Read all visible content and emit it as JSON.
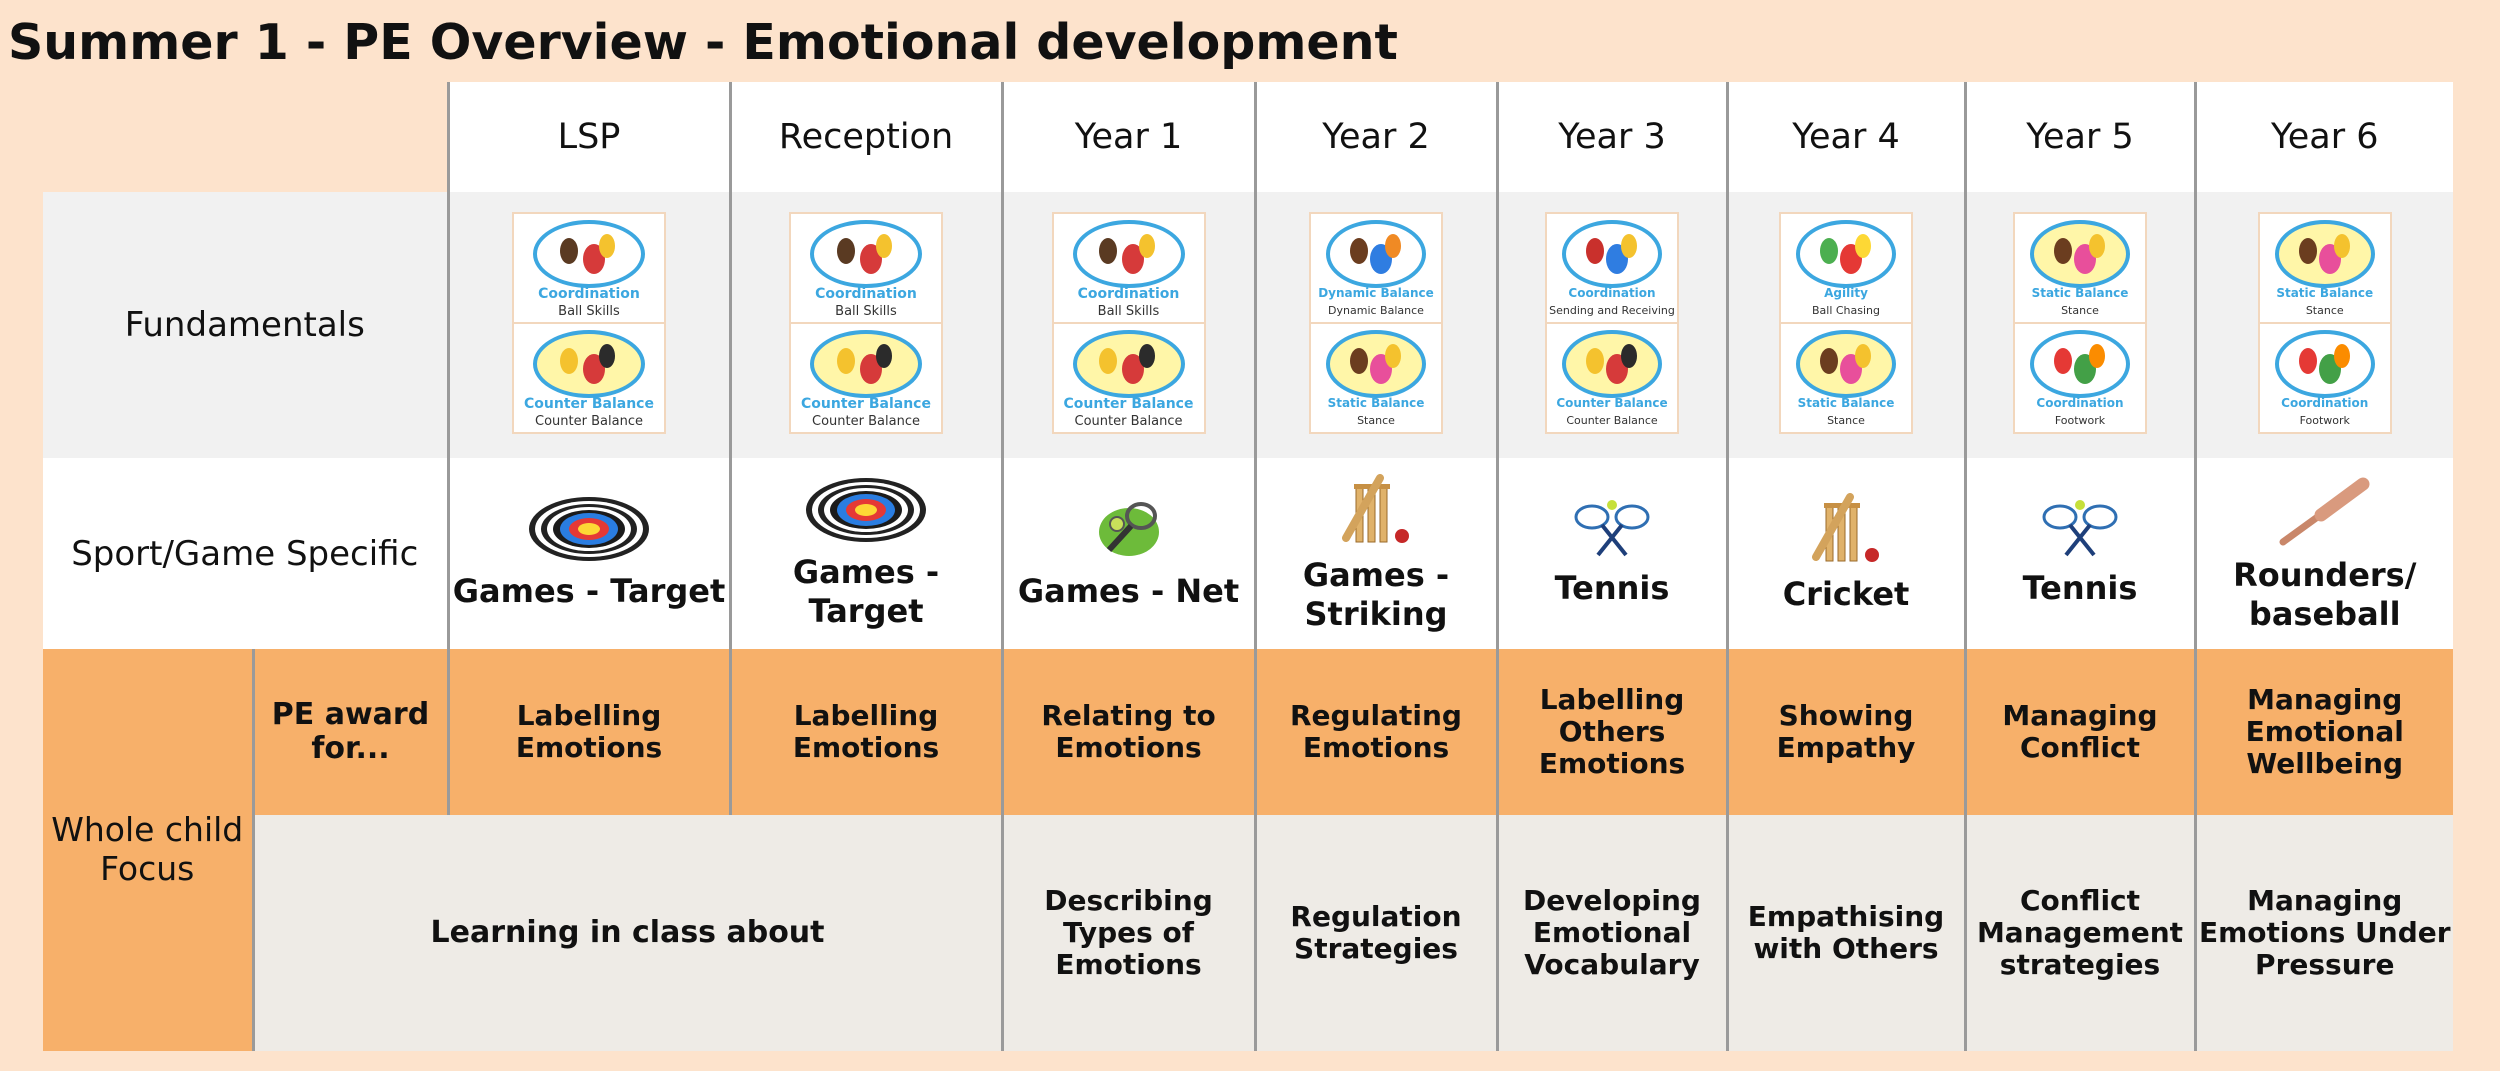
{
  "title": "Summer 1 - PE Overview - Emotional development",
  "years": [
    "LSP",
    "Reception",
    "Year 1",
    "Year 2",
    "Year 3",
    "Year 4",
    "Year 5",
    "Year 6"
  ],
  "row_labels": {
    "fundamentals": "Fundamentals",
    "sport": "Sport/Game Specific",
    "whole_child": "Whole child Focus",
    "award": "PE award for...",
    "learning": "Learning in class about"
  },
  "fundamentals": [
    [
      {
        "skill": "Coordination",
        "sub": "Ball Skills",
        "icon": "ball-skills-icon"
      },
      {
        "skill": "Counter Balance",
        "sub": "Counter Balance",
        "icon": "counter-balance-icon"
      }
    ],
    [
      {
        "skill": "Coordination",
        "sub": "Ball Skills",
        "icon": "ball-skills-icon"
      },
      {
        "skill": "Counter Balance",
        "sub": "Counter Balance",
        "icon": "counter-balance-icon"
      }
    ],
    [
      {
        "skill": "Coordination",
        "sub": "Ball Skills",
        "icon": "ball-skills-icon"
      },
      {
        "skill": "Counter Balance",
        "sub": "Counter Balance",
        "icon": "counter-balance-icon"
      }
    ],
    [
      {
        "skill": "Dynamic Balance",
        "sub": "Dynamic Balance",
        "icon": "dynamic-balance-icon"
      },
      {
        "skill": "Static Balance",
        "sub": "Stance",
        "icon": "static-balance-icon"
      }
    ],
    [
      {
        "skill": "Coordination",
        "sub": "Sending and Receiving",
        "icon": "sending-receiving-icon"
      },
      {
        "skill": "Counter Balance",
        "sub": "Counter Balance",
        "icon": "counter-balance-icon"
      }
    ],
    [
      {
        "skill": "Agility",
        "sub": "Ball Chasing",
        "icon": "ball-chasing-icon"
      },
      {
        "skill": "Static Balance",
        "sub": "Stance",
        "icon": "static-balance-icon"
      }
    ],
    [
      {
        "skill": "Static Balance",
        "sub": "Stance",
        "icon": "static-balance-icon"
      },
      {
        "skill": "Coordination",
        "sub": "Footwork",
        "icon": "footwork-icon"
      }
    ],
    [
      {
        "skill": "Static Balance",
        "sub": "Stance",
        "icon": "static-balance-icon"
      },
      {
        "skill": "Coordination",
        "sub": "Footwork",
        "icon": "footwork-icon"
      }
    ]
  ],
  "sports": [
    {
      "name": "Games - Target",
      "icon": "archery-target-icon"
    },
    {
      "name": "Games - Target",
      "icon": "archery-target-icon"
    },
    {
      "name": "Games - Net",
      "icon": "tennis-racket-ball-icon"
    },
    {
      "name": "Games - Striking",
      "icon": "cricket-stumps-icon"
    },
    {
      "name": "Tennis",
      "icon": "crossed-rackets-icon"
    },
    {
      "name": "Cricket",
      "icon": "cricket-stumps-icon"
    },
    {
      "name": "Tennis",
      "icon": "crossed-rackets-icon"
    },
    {
      "name": "Rounders/ baseball",
      "icon": "baseball-bat-icon"
    }
  ],
  "awards": [
    "Labelling Emotions",
    "Labelling Emotions",
    "Relating to Emotions",
    "Regulating Emotions",
    "Labelling Others Emotions",
    "Showing Empathy",
    "Managing Conflict",
    "Managing Emotional Wellbeing"
  ],
  "learning": [
    "Describing Types of Emotions",
    "Regulation Strategies",
    "Developing Emotional Vocabulary",
    "Empathising with Others",
    "Conflict Management strategies",
    "Managing Emotions Under Pressure"
  ],
  "colors": {
    "background": "#fde3cc",
    "orange": "#f7b06a",
    "light_grey": "#f1f1f1",
    "warm_grey": "#eeebe6",
    "divider": "#9a9a9a",
    "skill_blue": "#3ca7e0"
  }
}
